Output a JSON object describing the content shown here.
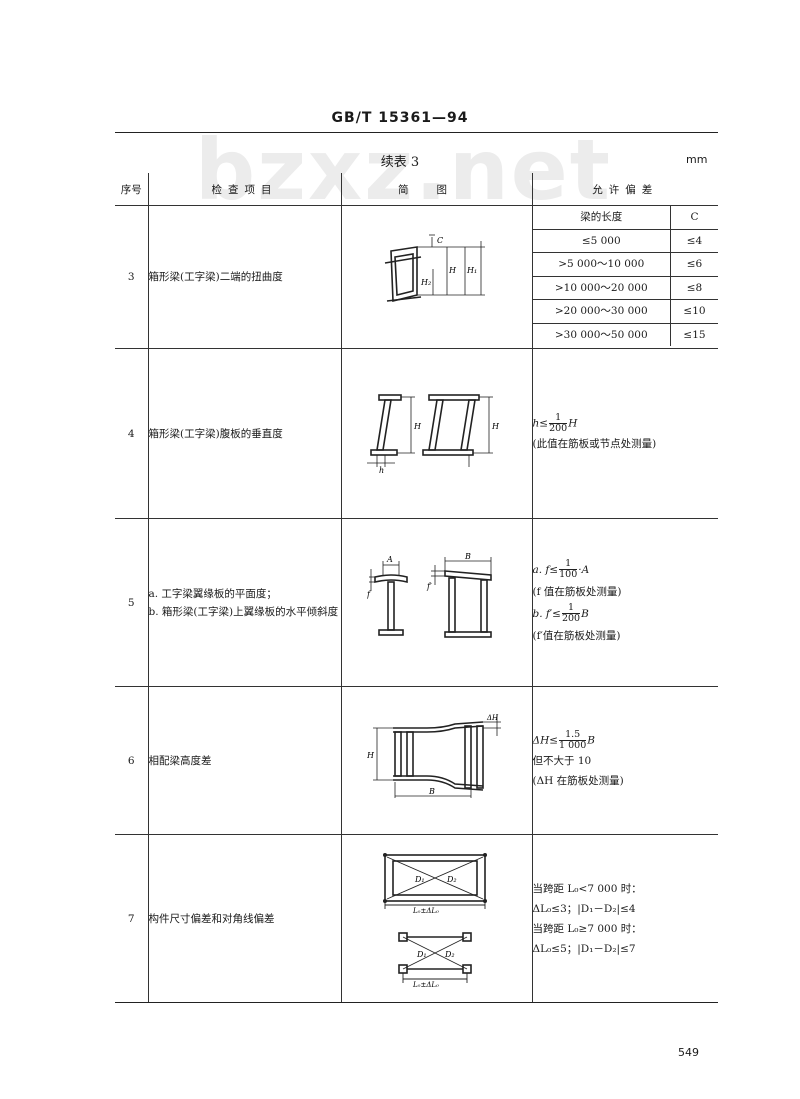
{
  "header": {
    "standard": "GB/T 15361—94"
  },
  "watermark": "bzxz.net",
  "table": {
    "title": "续表 3",
    "unit": "mm",
    "columns": {
      "no": "序号",
      "item": "检查项目",
      "figure": "简图",
      "tolerance": "允许偏差"
    },
    "rows": [
      {
        "no": "3",
        "item": "箱形梁(工字梁)二端的扭曲度",
        "figure_icon": "twisted-box-beam-diagram",
        "sub_header": {
          "length": "梁的长度",
          "c": "C"
        },
        "sub_rows": [
          {
            "length": "≤5 000",
            "c": "≤4"
          },
          {
            "length": ">5 000～10 000",
            "c": "≤6"
          },
          {
            "length": ">10 000～20 000",
            "c": "≤8"
          },
          {
            "length": ">20 000～30 000",
            "c": "≤10"
          },
          {
            "length": ">30 000～50 000",
            "c": "≤15"
          }
        ]
      },
      {
        "no": "4",
        "item": "箱形梁(工字梁)腹板的垂直度",
        "figure_icon": "web-verticality-diagram",
        "tol": {
          "lhs": "h≤",
          "num": "1",
          "den": "200",
          "rhs": "H",
          "note": "(此值在筋板或节点处测量)"
        }
      },
      {
        "no": "5",
        "item_a": "a. 工字梁翼缘板的平面度；",
        "item_b": "b. 箱形梁(工字梁)上翼缘板的水平倾斜度",
        "figure_icon": "flange-flatness-diagram",
        "tol": {
          "a_lhs": "a. f≤",
          "a_num": "1",
          "a_den": "100",
          "a_rhs": "·A",
          "a_note": "(f 值在筋板处测量)",
          "b_lhs": "b. f′≤",
          "b_num": "1",
          "b_den": "200",
          "b_rhs": "B",
          "b_note": "(f′值在筋板处测量)"
        }
      },
      {
        "no": "6",
        "item": "相配梁高度差",
        "figure_icon": "matching-beam-height-diagram",
        "tol": {
          "lhs": "ΔH≤",
          "num": "1.5",
          "den": "1 000",
          "rhs": "B",
          "line2": "但不大于 10",
          "note": "(ΔH 在筋板处测量)"
        }
      },
      {
        "no": "7",
        "item": "构件尺寸偏差和对角线偏差",
        "figure_icon": "diagonal-deviation-diagram",
        "tol": {
          "l1": "当跨距 L₀<7 000 时：",
          "l2": "ΔL₀≤3；|D₁－D₂|≤4",
          "l3": "当跨距 L₀≥7 000 时：",
          "l4": "ΔL₀≤5；|D₁－D₂|≤7"
        }
      }
    ]
  },
  "figure_labels": {
    "C": "C",
    "H": "H",
    "H1": "H₁",
    "H2": "H₂",
    "h": "h",
    "A": "A",
    "B": "B",
    "f": "f",
    "f_prime": "f′",
    "dH": "ΔH",
    "D1": "D₁",
    "D2": "D₂",
    "L0dL0": "L₀±ΔL₀"
  },
  "page_number": "549"
}
